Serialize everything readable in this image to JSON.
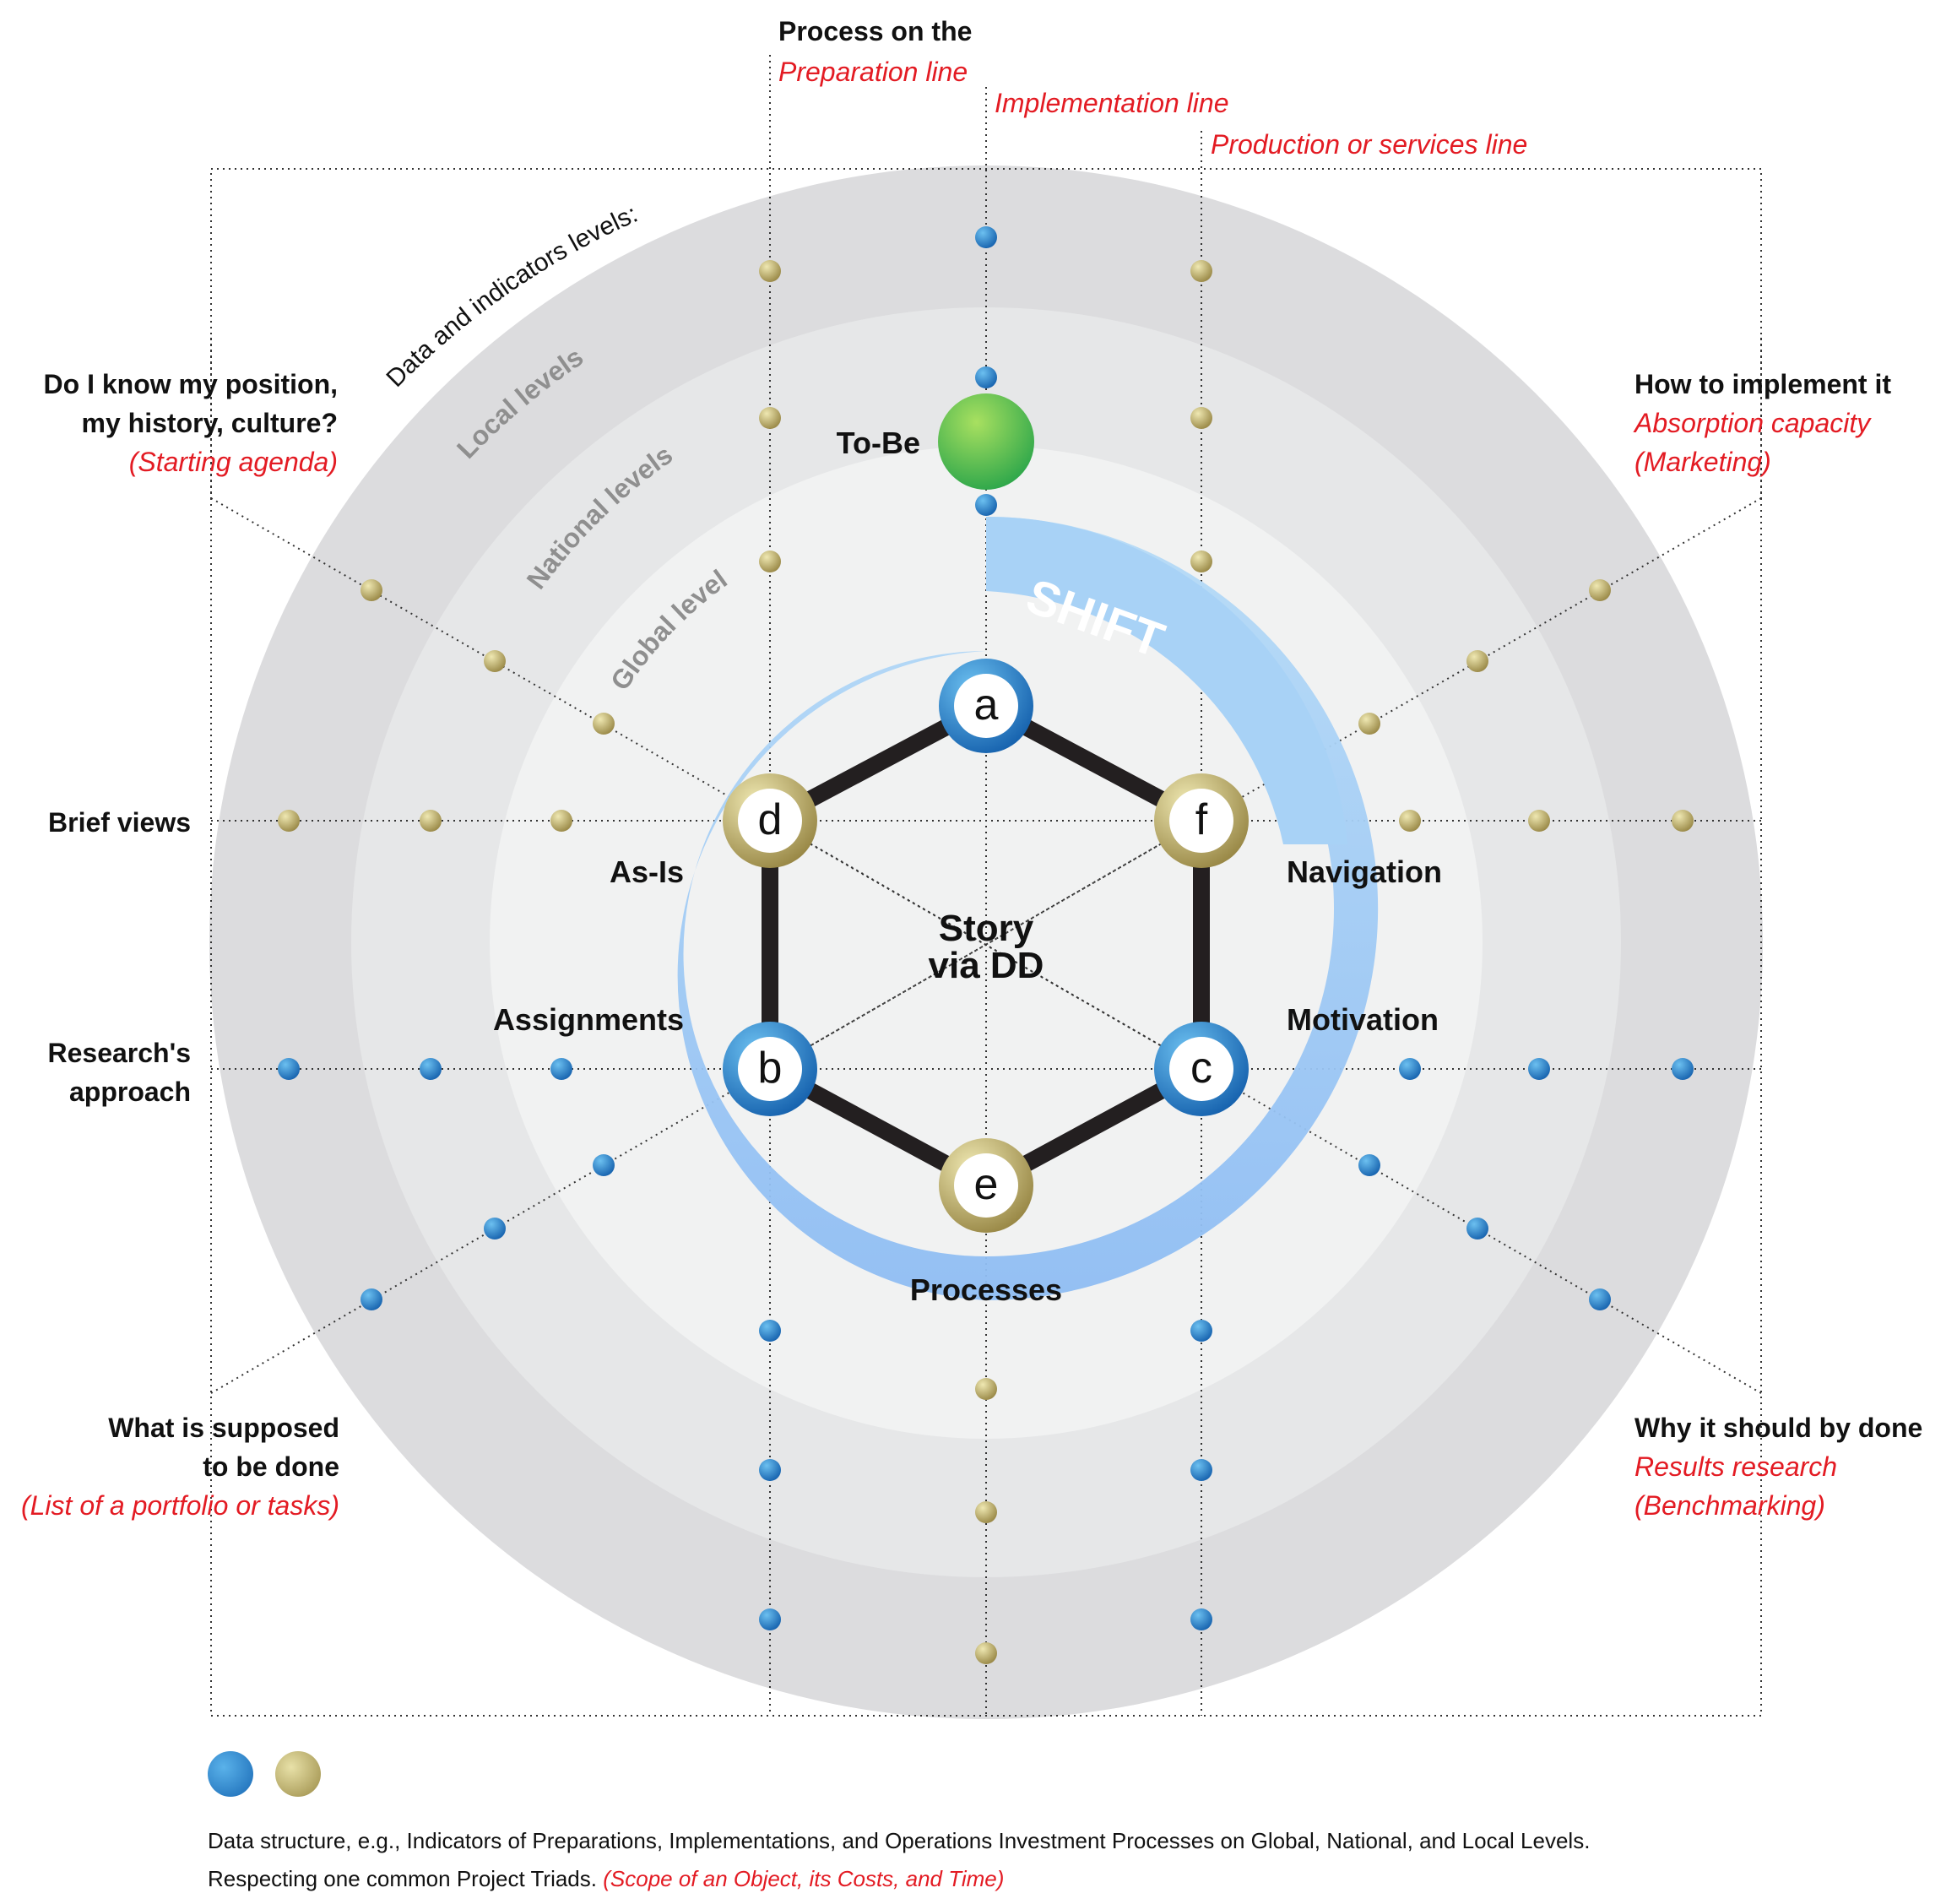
{
  "colors": {
    "blue_dot": "#2179c5",
    "gold_dot": "#b9ad72",
    "to_be_green": "#49b94a",
    "shift_arc": "#9fcbf3",
    "hexagon": "#231f20",
    "accent_red": "#e31b23",
    "ring_outer": "#dcdcde",
    "ring_mid": "#e6e7e8",
    "ring_inner": "#f1f2f2"
  },
  "header": {
    "process_title": "Process on the",
    "preparation_line": "Preparation line",
    "implementation_line": "Implementation line",
    "production_line": "Production or services line"
  },
  "levels": {
    "data_levels": "Data and indicators levels:",
    "local": "Local levels",
    "national": "National levels",
    "global": "Global level"
  },
  "shift_label": "SHIFT",
  "center": {
    "line1": "Story",
    "line2": "via DD"
  },
  "nodes": [
    {
      "letter": "a",
      "kind": "blue"
    },
    {
      "letter": "b",
      "kind": "blue"
    },
    {
      "letter": "c",
      "kind": "blue"
    },
    {
      "letter": "d",
      "kind": "gold"
    },
    {
      "letter": "e",
      "kind": "gold"
    },
    {
      "letter": "f",
      "kind": "gold"
    }
  ],
  "stage_labels": {
    "to_be": "To-Be",
    "as_is": "As-Is",
    "navigation": "Navigation",
    "assignments": "Assignments",
    "motivation": "Motivation",
    "processes": "Processes"
  },
  "questions": {
    "top_left": {
      "line1": "Do I know my position,",
      "line2": "my history, culture?",
      "note": "(Starting agenda)"
    },
    "top_right": {
      "line1": "How to implement it",
      "note1": "Absorption capacity",
      "note2": "(Marketing)"
    },
    "brief_views": "Brief views",
    "research": {
      "line1": "Research's",
      "line2": "approach"
    },
    "bottom_left": {
      "line1": "What is supposed",
      "line2": "to be done",
      "note": "(List of a portfolio or tasks)"
    },
    "bottom_right": {
      "line1": "Why it should by done",
      "note1": "Results research",
      "note2": "(Benchmarking)"
    }
  },
  "legend": {
    "line1": "Data structure, e.g., Indicators of Preparations, Implementations, and Operations Investment Processes on Global, National, and Local Levels.",
    "line2": "Respecting one common Project Triads.",
    "line2_note": "(Scope of an Object, its Costs, and Time)"
  }
}
